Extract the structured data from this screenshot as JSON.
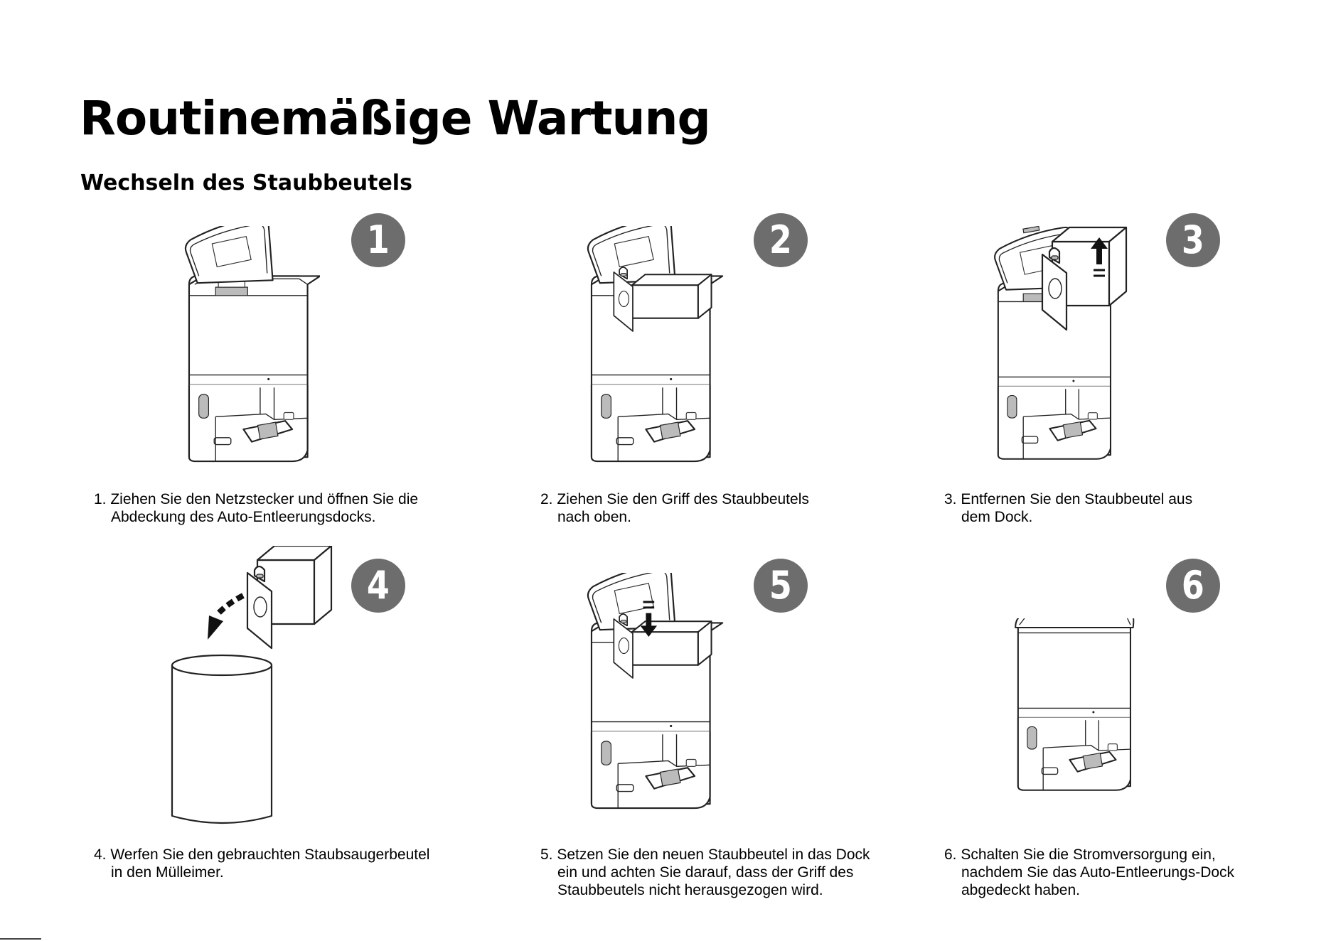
{
  "title": "Routinemäßige Wartung",
  "subtitle": "Wechseln des Staubbeutels",
  "badge_color": "#6d6d6d",
  "steps": [
    {
      "number": "1",
      "caption_line1": "1. Ziehen Sie den Netzstecker und öffnen Sie die",
      "caption_line2": "Abdeckung des Auto-Entleerungsdocks.",
      "caption_line3": ""
    },
    {
      "number": "2",
      "caption_line1": "2. Ziehen Sie den Griff des Staubbeutels",
      "caption_line2": "nach oben.",
      "caption_line3": ""
    },
    {
      "number": "3",
      "caption_line1": "3. Entfernen Sie den Staubbeutel aus",
      "caption_line2": "dem Dock.",
      "caption_line3": ""
    },
    {
      "number": "4",
      "caption_line1": "4. Werfen Sie den gebrauchten Staubsaugerbeutel",
      "caption_line2": "in den Mülleimer.",
      "caption_line3": ""
    },
    {
      "number": "5",
      "caption_line1": "5. Setzen Sie den neuen Staubbeutel in das Dock",
      "caption_line2": "ein und achten Sie darauf, dass der Griff des",
      "caption_line3": "Staubbeutels nicht herausgezogen wird."
    },
    {
      "number": "6",
      "caption_line1": "6. Schalten Sie die Stromversorgung ein,",
      "caption_line2": "nachdem Sie das Auto-Entleerungs-Dock",
      "caption_line3": "abgedeckt haben."
    }
  ]
}
